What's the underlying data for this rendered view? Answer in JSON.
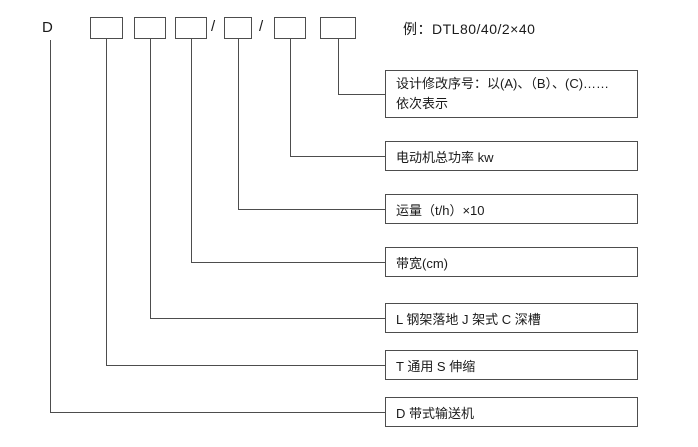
{
  "diagram": {
    "prefix": "D",
    "slash": "/",
    "example": "例：DTL80/40/2×40",
    "labels": {
      "design_revision_line1": "设计修改序号：以(A)、（B）、(C)……",
      "design_revision_line2": "依次表示",
      "motor_power": "电动机总功率 kw",
      "capacity": "运量（t/h）×10",
      "belt_width": "带宽(cm)",
      "frame_type": "L 钢架落地 J 架式 C 深槽",
      "series_type": "T 通用 S 伸缩",
      "conveyor_type": "D 带式输送机"
    }
  },
  "colors": {
    "line": "#4d4d4d",
    "text": "#1a1a1a",
    "background": "#ffffff"
  }
}
